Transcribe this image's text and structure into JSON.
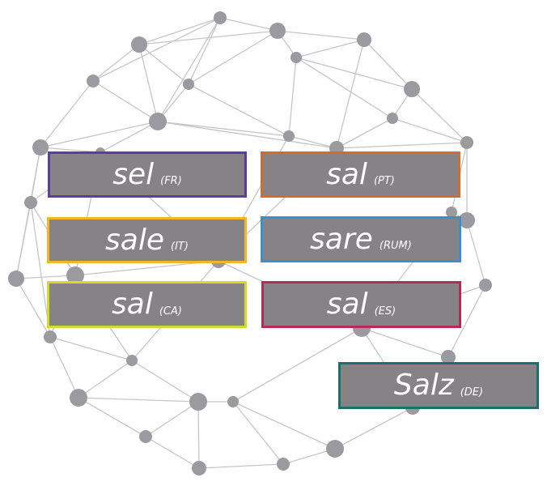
{
  "diagram": {
    "network_colors": {
      "edge": "#c6c6c9",
      "node": "#9b9aa1"
    },
    "boxes": [
      {
        "word": "sel",
        "code": "(FR)",
        "border": "#5b3ea1"
      },
      {
        "word": "sal",
        "code": "(PT)",
        "border": "#d36c2b"
      },
      {
        "word": "sale",
        "code": "(IT)",
        "border": "#f2b628"
      },
      {
        "word": "sare",
        "code": "(RUM)",
        "border": "#3a8fcd"
      },
      {
        "word": "sal",
        "code": "(CA)",
        "border": "#d4da2c"
      },
      {
        "word": "sal",
        "code": "(ES)",
        "border": "#b42b58"
      },
      {
        "word": "Salz",
        "code": "(DE)",
        "border": "#1d6e6c"
      }
    ]
  }
}
